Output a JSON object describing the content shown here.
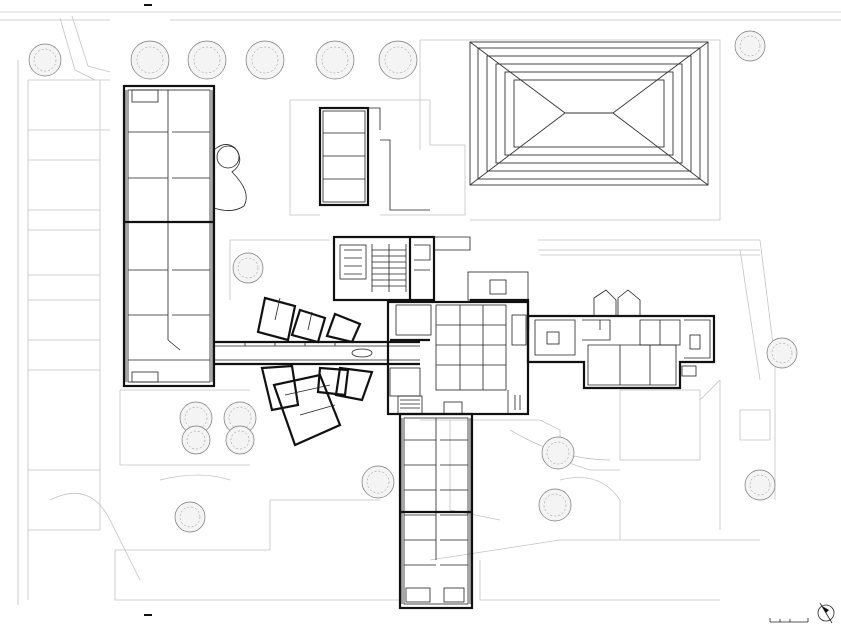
{
  "drawing": {
    "type": "architectural site plan",
    "colors": {
      "ink": "#111111",
      "site_lines": "#c4c4c4",
      "tree_fill": "#f4f4f4",
      "background": "#ffffff"
    },
    "symbols": [
      "north-arrow-icon",
      "scale-bar",
      "tree-icon",
      "section-marker"
    ],
    "text_labels": []
  }
}
